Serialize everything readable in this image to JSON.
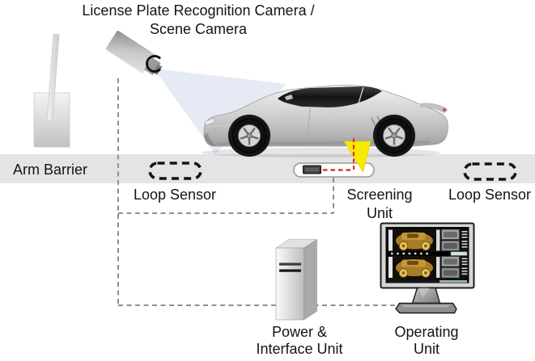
{
  "title": {
    "line1": "License Plate Recognition Camera /",
    "line2": "Scene Camera"
  },
  "labels": {
    "arm_barrier": "Arm Barrier",
    "loop_sensor_left": "Loop Sensor",
    "loop_sensor_right": "Loop Sensor",
    "screening_unit_line1": "Screening",
    "screening_unit_line2": "Unit",
    "power_interface_line1": "Power &",
    "power_interface_line2": "Interface Unit",
    "operating_line1": "Operating",
    "operating_line2": "Unit"
  },
  "icons": {
    "camera": "lpr-scene-camera-icon",
    "camera_beam": "camera-view-cone",
    "arm_barrier": "arm-barrier-icon",
    "loop_sensor": "dashed-loop-sensor-oval",
    "screening_unit": "in-road-screening-unit",
    "scan_beam": "yellow-scan-beam",
    "vehicle": "car-side-view",
    "power_unit": "computer-tower-icon",
    "operating_unit": "xray-monitor-icon"
  },
  "colors": {
    "road": "#e4e4e4",
    "beam_yellow": "#f7e900",
    "scan_red": "#d23535",
    "connector_gray": "#8f8f8f",
    "camera_cone": "#dee4f1",
    "xray_amber": "#a87d26",
    "label_text": "#141414"
  }
}
